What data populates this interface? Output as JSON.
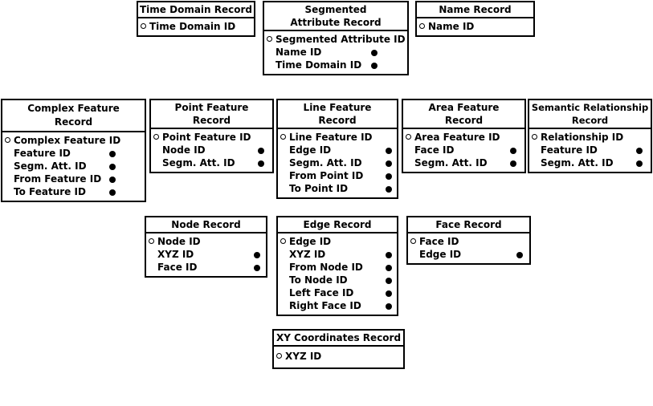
{
  "records": {
    "time_domain": {
      "title": "Time Domain  Record",
      "fields": [
        "Time Domain ID"
      ]
    },
    "segmented_attribute": {
      "title": "Segmented Attribute Record",
      "fields": [
        "Segmented  Attribute ID",
        "Name ID",
        "Time Domain ID"
      ]
    },
    "name": {
      "title": "Name  Record",
      "fields": [
        "Name ID"
      ]
    },
    "complex_feature": {
      "title": "Complex Feature Record",
      "fields": [
        "Complex  Feature ID",
        "Feature ID",
        "Segm. Att. ID",
        "From Feature ID",
        "To Feature ID"
      ]
    },
    "point_feature": {
      "title": "Point Feature Record",
      "fields": [
        "Point Feature ID",
        "Node ID",
        "Segm. Att. ID"
      ]
    },
    "line_feature": {
      "title": "Line Feature Record",
      "fields": [
        "Line Feature ID",
        "Edge ID",
        "Segm. Att. ID",
        "From Point ID",
        "To Point ID"
      ]
    },
    "area_feature": {
      "title": "Area Feature Record",
      "fields": [
        "Area Feature ID",
        "Face ID",
        "Segm. Att. ID"
      ]
    },
    "semantic_relationship": {
      "title": "Semantic Relationship Record",
      "fields": [
        "Relationship ID",
        "Feature ID",
        "Segm. Att. ID"
      ]
    },
    "node": {
      "title": "Node Record",
      "fields": [
        "Node ID",
        "XYZ ID",
        "Face ID"
      ]
    },
    "edge": {
      "title": "Edge Record",
      "fields": [
        "Edge ID",
        "XYZ ID",
        "From Node ID",
        "To Node ID",
        "Left Face ID",
        "Right Face ID"
      ]
    },
    "face": {
      "title": "Face Record",
      "fields": [
        "Face ID",
        "Edge ID"
      ]
    },
    "xy_coordinates": {
      "title": "XY Coordinates Record",
      "fields": [
        "XYZ ID"
      ]
    }
  }
}
